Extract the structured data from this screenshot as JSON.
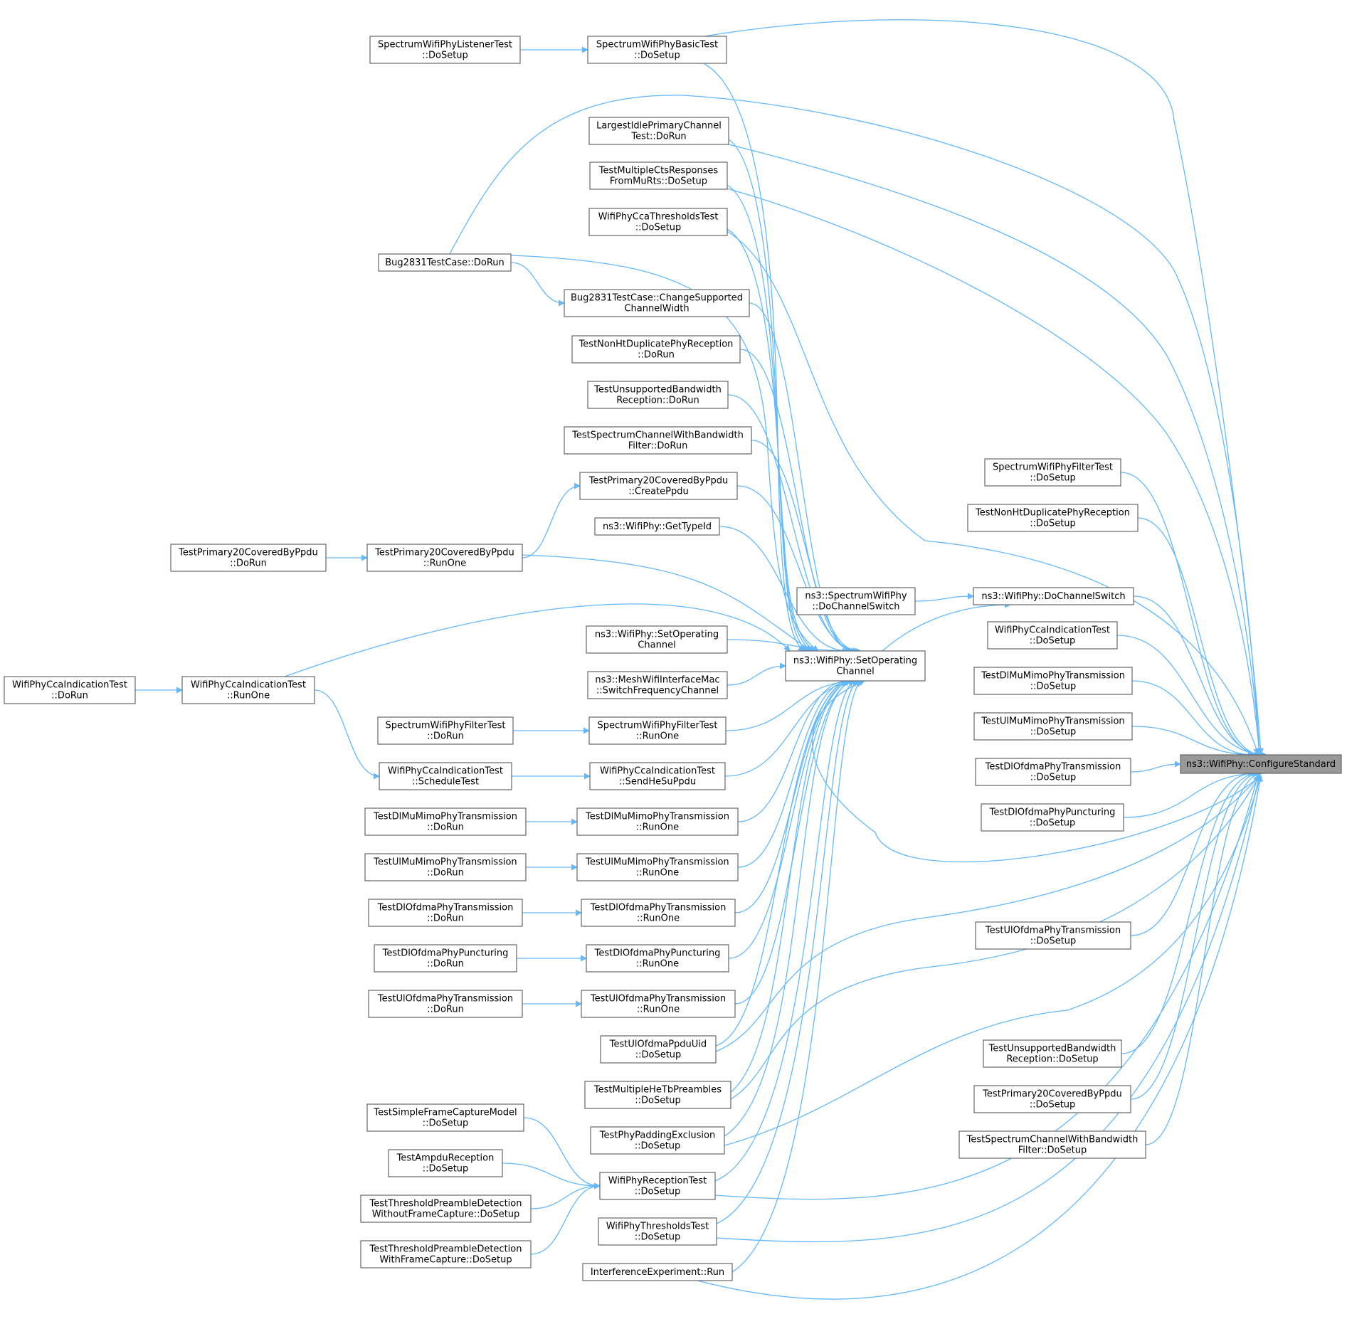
{
  "graph": {
    "root": "root",
    "colors": {
      "edge": "#63b8ff",
      "node_border": "#666666",
      "root_fill": "#999999",
      "node_fill": "#ffffff"
    },
    "nodes": [
      {
        "id": "root",
        "lines": [
          "ns3::WifiPhy::ConfigureStandard"
        ]
      },
      {
        "id": "basic",
        "lines": [
          "SpectrumWifiPhyBasicTest",
          "::DoSetup"
        ]
      },
      {
        "id": "listener",
        "lines": [
          "SpectrumWifiPhyListenerTest",
          "::DoSetup"
        ]
      },
      {
        "id": "largest",
        "lines": [
          "LargestIdlePrimaryChannel",
          "Test::DoRun"
        ]
      },
      {
        "id": "multicts",
        "lines": [
          "TestMultipleCtsResponses",
          "FromMuRts::DoSetup"
        ]
      },
      {
        "id": "ccathr",
        "lines": [
          "WifiPhyCcaThresholdsTest",
          "::DoSetup"
        ]
      },
      {
        "id": "bugrun",
        "lines": [
          "Bug2831TestCase::DoRun"
        ]
      },
      {
        "id": "bugchange",
        "lines": [
          "Bug2831TestCase::ChangeSupported",
          "ChannelWidth"
        ]
      },
      {
        "id": "nonhtrun",
        "lines": [
          "TestNonHtDuplicatePhyReception",
          "::DoRun"
        ]
      },
      {
        "id": "unsuprun",
        "lines": [
          "TestUnsupportedBandwidth",
          "Reception::DoRun"
        ]
      },
      {
        "id": "specbwrun",
        "lines": [
          "TestSpectrumChannelWithBandwidth",
          "Filter::DoRun"
        ]
      },
      {
        "id": "p20create",
        "lines": [
          "TestPrimary20CoveredByPpdu",
          "::CreatePpdu"
        ]
      },
      {
        "id": "gettype",
        "lines": [
          "ns3::WifiPhy::GetTypeId"
        ]
      },
      {
        "id": "p20dorun",
        "lines": [
          "TestPrimary20CoveredByPpdu",
          "::DoRun"
        ]
      },
      {
        "id": "p20runone",
        "lines": [
          "TestPrimary20CoveredByPpdu",
          "::RunOne"
        ]
      },
      {
        "id": "specswitch",
        "lines": [
          "ns3::SpectrumWifiPhy",
          "::DoChannelSwitch"
        ]
      },
      {
        "id": "doswitch",
        "lines": [
          "ns3::WifiPhy::DoChannelSwitch"
        ]
      },
      {
        "id": "setopch2",
        "lines": [
          "ns3::WifiPhy::SetOperating",
          "Channel"
        ]
      },
      {
        "id": "setopch",
        "lines": [
          "ns3::WifiPhy::SetOperating",
          "Channel"
        ]
      },
      {
        "id": "mesh",
        "lines": [
          "ns3::MeshWifiInterfaceMac",
          "::SwitchFrequencyChannel"
        ]
      },
      {
        "id": "ccaind_dorun",
        "lines": [
          "WifiPhyCcaIndicationTest",
          "::DoRun"
        ]
      },
      {
        "id": "ccaind_runone",
        "lines": [
          "WifiPhyCcaIndicationTest",
          "::RunOne"
        ]
      },
      {
        "id": "filt_dorun",
        "lines": [
          "SpectrumWifiPhyFilterTest",
          "::DoRun"
        ]
      },
      {
        "id": "filt_runone",
        "lines": [
          "SpectrumWifiPhyFilterTest",
          "::RunOne"
        ]
      },
      {
        "id": "ccaind_sched",
        "lines": [
          "WifiPhyCcaIndicationTest",
          "::ScheduleTest"
        ]
      },
      {
        "id": "ccaind_send",
        "lines": [
          "WifiPhyCcaIndicationTest",
          "::SendHeSuPpdu"
        ]
      },
      {
        "id": "dlmimo_dorun",
        "lines": [
          "TestDlMuMimoPhyTransmission",
          "::DoRun"
        ]
      },
      {
        "id": "dlmimo_runone",
        "lines": [
          "TestDlMuMimoPhyTransmission",
          "::RunOne"
        ]
      },
      {
        "id": "ulmimo_dorun",
        "lines": [
          "TestUlMuMimoPhyTransmission",
          "::DoRun"
        ]
      },
      {
        "id": "ulmimo_runone",
        "lines": [
          "TestUlMuMimoPhyTransmission",
          "::RunOne"
        ]
      },
      {
        "id": "dlofdma_dorun",
        "lines": [
          "TestDlOfdmaPhyTransmission",
          "::DoRun"
        ]
      },
      {
        "id": "dlofdma_runone",
        "lines": [
          "TestDlOfdmaPhyTransmission",
          "::RunOne"
        ]
      },
      {
        "id": "punct_dorun",
        "lines": [
          "TestDlOfdmaPhyPuncturing",
          "::DoRun"
        ]
      },
      {
        "id": "punct_runone",
        "lines": [
          "TestDlOfdmaPhyPuncturing",
          "::RunOne"
        ]
      },
      {
        "id": "ulofdma_dorun",
        "lines": [
          "TestUlOfdmaPhyTransmission",
          "::DoRun"
        ]
      },
      {
        "id": "ulofdma_runone",
        "lines": [
          "TestUlOfdmaPhyTransmission",
          "::RunOne"
        ]
      },
      {
        "id": "ppduuid",
        "lines": [
          "TestUlOfdmaPpduUid",
          "::DoSetup"
        ]
      },
      {
        "id": "multihe",
        "lines": [
          "TestMultipleHeTbPreambles",
          "::DoSetup"
        ]
      },
      {
        "id": "simplecap",
        "lines": [
          "TestSimpleFrameCaptureModel",
          "::DoSetup"
        ]
      },
      {
        "id": "padding",
        "lines": [
          "TestPhyPaddingExclusion",
          "::DoSetup"
        ]
      },
      {
        "id": "ampdu",
        "lines": [
          "TestAmpduReception",
          "::DoSetup"
        ]
      },
      {
        "id": "recv",
        "lines": [
          "WifiPhyReceptionTest",
          "::DoSetup"
        ]
      },
      {
        "id": "thr_nocap",
        "lines": [
          "TestThresholdPreambleDetection",
          "WithoutFrameCapture::DoSetup"
        ]
      },
      {
        "id": "thrtest",
        "lines": [
          "WifiPhyThresholdsTest",
          "::DoSetup"
        ]
      },
      {
        "id": "thr_cap",
        "lines": [
          "TestThresholdPreambleDetection",
          "WithFrameCapture::DoSetup"
        ]
      },
      {
        "id": "interf",
        "lines": [
          "InterferenceExperiment::Run"
        ]
      },
      {
        "id": "r_filter",
        "lines": [
          "SpectrumWifiPhyFilterTest",
          "::DoSetup"
        ]
      },
      {
        "id": "r_nonht",
        "lines": [
          "TestNonHtDuplicatePhyReception",
          "::DoSetup"
        ]
      },
      {
        "id": "r_ccaind",
        "lines": [
          "WifiPhyCcaIndicationTest",
          "::DoSetup"
        ]
      },
      {
        "id": "r_dlmimo",
        "lines": [
          "TestDlMuMimoPhyTransmission",
          "::DoSetup"
        ]
      },
      {
        "id": "r_ulmimo",
        "lines": [
          "TestUlMuMimoPhyTransmission",
          "::DoSetup"
        ]
      },
      {
        "id": "r_dlofdma",
        "lines": [
          "TestDlOfdmaPhyTransmission",
          "::DoSetup"
        ]
      },
      {
        "id": "r_punct",
        "lines": [
          "TestDlOfdmaPhyPuncturing",
          "::DoSetup"
        ]
      },
      {
        "id": "r_ulofdma",
        "lines": [
          "TestUlOfdmaPhyTransmission",
          "::DoSetup"
        ]
      },
      {
        "id": "r_unsup",
        "lines": [
          "TestUnsupportedBandwidth",
          "Reception::DoSetup"
        ]
      },
      {
        "id": "r_p20",
        "lines": [
          "TestPrimary20CoveredByPpdu",
          "::DoSetup"
        ]
      },
      {
        "id": "r_specbw",
        "lines": [
          "TestSpectrumChannelWithBandwidth",
          "Filter::DoSetup"
        ]
      }
    ],
    "edges": [
      [
        "listener",
        "basic"
      ],
      [
        "p20dorun",
        "p20runone"
      ],
      [
        "p20runone",
        "p20create"
      ],
      [
        "bugrun",
        "bugchange"
      ],
      [
        "specswitch",
        "doswitch"
      ],
      [
        "ccaind_dorun",
        "ccaind_runone"
      ],
      [
        "ccaind_runone",
        "ccaind_sched"
      ],
      [
        "filt_dorun",
        "filt_runone"
      ],
      [
        "ccaind_sched",
        "ccaind_send"
      ],
      [
        "dlmimo_dorun",
        "dlmimo_runone"
      ],
      [
        "ulmimo_dorun",
        "ulmimo_runone"
      ],
      [
        "dlofdma_dorun",
        "dlofdma_runone"
      ],
      [
        "punct_dorun",
        "punct_runone"
      ],
      [
        "ulofdma_dorun",
        "ulofdma_runone"
      ],
      [
        "simplecap",
        "recv"
      ],
      [
        "ampdu",
        "recv"
      ],
      [
        "thr_nocap",
        "recv"
      ],
      [
        "thr_cap",
        "recv"
      ],
      [
        "basic",
        "setopch"
      ],
      [
        "largest",
        "setopch"
      ],
      [
        "multicts",
        "setopch"
      ],
      [
        "ccathr",
        "setopch"
      ],
      [
        "bugrun",
        "setopch"
      ],
      [
        "bugchange",
        "setopch"
      ],
      [
        "nonhtrun",
        "setopch"
      ],
      [
        "unsuprun",
        "setopch"
      ],
      [
        "specbwrun",
        "setopch"
      ],
      [
        "p20create",
        "setopch"
      ],
      [
        "gettype",
        "setopch"
      ],
      [
        "p20runone",
        "setopch"
      ],
      [
        "ccaind_runone",
        "setopch"
      ],
      [
        "setopch2",
        "setopch"
      ],
      [
        "mesh",
        "setopch"
      ],
      [
        "filt_runone",
        "setopch"
      ],
      [
        "ccaind_send",
        "setopch"
      ],
      [
        "dlmimo_runone",
        "setopch"
      ],
      [
        "ulmimo_runone",
        "setopch"
      ],
      [
        "dlofdma_runone",
        "setopch"
      ],
      [
        "punct_runone",
        "setopch"
      ],
      [
        "ulofdma_runone",
        "setopch"
      ],
      [
        "ppduuid",
        "setopch"
      ],
      [
        "multihe",
        "setopch"
      ],
      [
        "padding",
        "setopch"
      ],
      [
        "recv",
        "setopch"
      ],
      [
        "thrtest",
        "setopch"
      ],
      [
        "interf",
        "setopch"
      ],
      [
        "setopch",
        "doswitch"
      ],
      [
        "basic",
        "root"
      ],
      [
        "bugrun",
        "root"
      ],
      [
        "largest",
        "root"
      ],
      [
        "multicts",
        "root"
      ],
      [
        "ccathr",
        "root"
      ],
      [
        "r_filter",
        "root"
      ],
      [
        "r_nonht",
        "root"
      ],
      [
        "doswitch",
        "root"
      ],
      [
        "r_ccaind",
        "root"
      ],
      [
        "r_dlmimo",
        "root"
      ],
      [
        "r_ulmimo",
        "root"
      ],
      [
        "r_dlofdma",
        "root"
      ],
      [
        "r_punct",
        "root"
      ],
      [
        "root",
        "setopch"
      ],
      [
        "ppduuid",
        "root"
      ],
      [
        "multihe",
        "root"
      ],
      [
        "r_ulofdma",
        "root"
      ],
      [
        "padding",
        "root"
      ],
      [
        "r_unsup",
        "root"
      ],
      [
        "r_p20",
        "root"
      ],
      [
        "r_specbw",
        "root"
      ],
      [
        "recv",
        "root"
      ],
      [
        "thrtest",
        "root"
      ],
      [
        "interf",
        "root"
      ]
    ]
  }
}
